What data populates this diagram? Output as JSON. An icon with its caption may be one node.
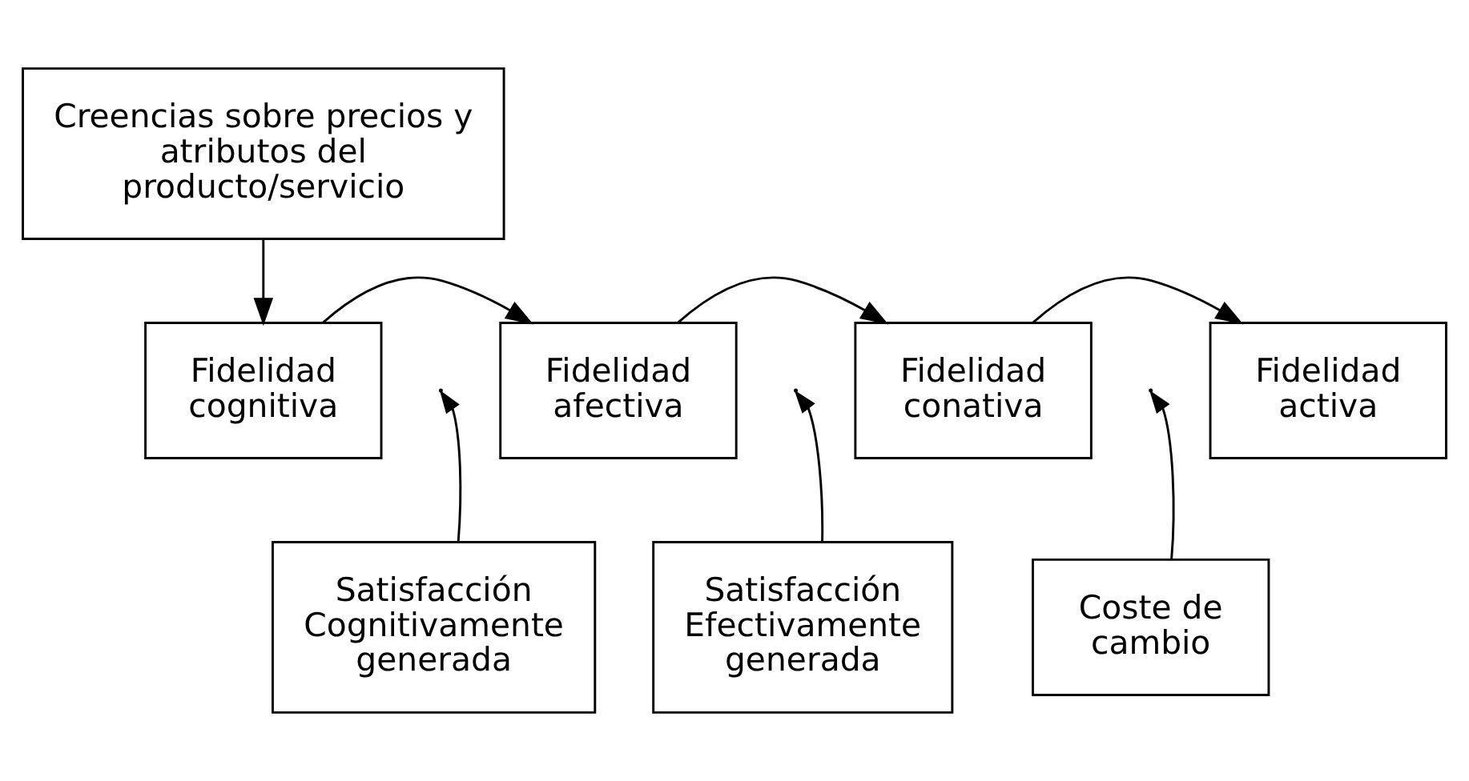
{
  "diagram": {
    "nodes": [
      {
        "text": [
          "Creencias sobre precios y atributos del producto/servicio"
        ]
      },
      {
        "text": [
          "Fidelidad cognitiva"
        ]
      },
      {
        "text": [
          "Fidelidad afectiva"
        ]
      },
      {
        "text": [
          "Fidelidad conativa"
        ]
      },
      {
        "text": [
          "Fidelidad activa"
        ]
      },
      {
        "text": [
          "Satisfacción Cognitivamente generada"
        ]
      },
      {
        "text": [
          "Satisfacción Efectivamente generada"
        ]
      },
      {
        "text": [
          "Coste de cambio"
        ]
      }
    ],
    "edges": [
      {
        "from": 0,
        "to": 1,
        "arrow": "to"
      },
      {
        "from": 1,
        "to": 2,
        "arrow": "to"
      },
      {
        "from": 2,
        "to": 3,
        "arrow": "to"
      },
      {
        "from": 3,
        "to": 4,
        "arrow": "to"
      },
      {
        "from": 5,
        "to": null,
        "arrow": "to"
      },
      {
        "from": 6,
        "to": null,
        "arrow": "to"
      },
      {
        "from": 7,
        "to": null,
        "arrow": "to"
      }
    ]
  }
}
